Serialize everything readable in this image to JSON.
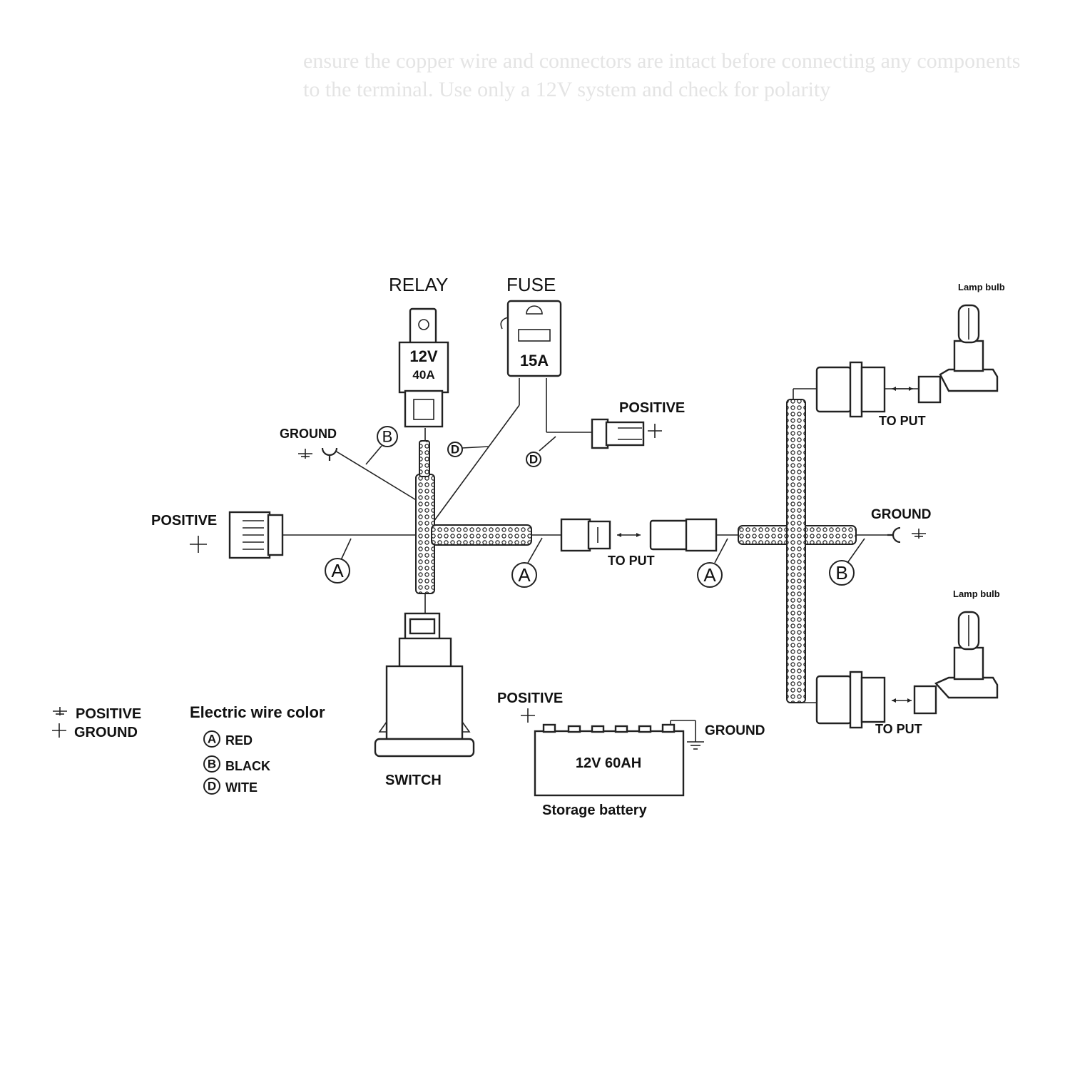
{
  "faint_text": {
    "line1": "ensure the copper wire and connectors are intact before connecting any components",
    "line2": "to the terminal. Use only a 12V system and check for polarity"
  },
  "relay": {
    "title": "RELAY",
    "voltage": "12V",
    "current": "40A"
  },
  "fuse": {
    "title": "FUSE",
    "rating": "15A"
  },
  "positive_label": "POSITIVE",
  "ground_label": "GROUND",
  "to_put_label": "TO PUT",
  "switch_label": "SWITCH",
  "lamp_bulb_label": "Lamp bulb",
  "battery": {
    "rating": "12V  60AH",
    "caption": "Storage battery"
  },
  "markers": {
    "a": "A",
    "b": "B",
    "d": "D"
  },
  "legend": {
    "positive": "POSITIVE",
    "ground": "GROUND",
    "wire_color_title": "Electric wire color",
    "items": [
      {
        "key": "A",
        "color": "RED"
      },
      {
        "key": "B",
        "color": "BLACK"
      },
      {
        "key": "D",
        "color": "WITE"
      }
    ]
  }
}
